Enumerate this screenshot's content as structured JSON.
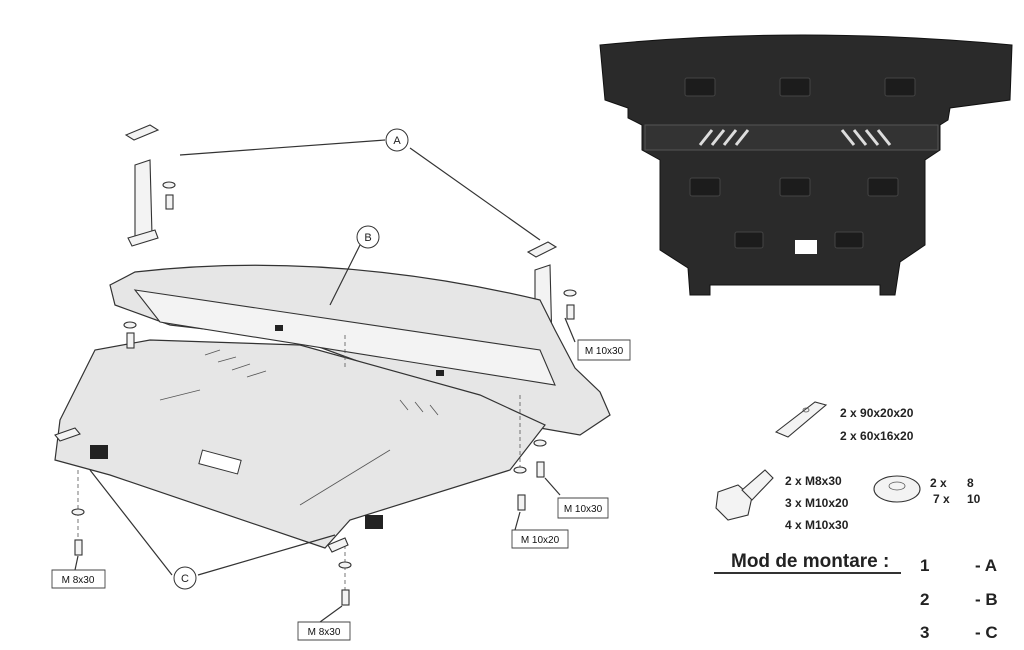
{
  "labels": {
    "a": "A",
    "b": "B",
    "c": "C"
  },
  "callouts": [
    "M 10x30",
    "M 10x30",
    "M 10x20",
    "M 8x30",
    "M 8x30"
  ],
  "parts": {
    "brackets": [
      "2 x 90x20x20",
      "2 x  60x16x20"
    ],
    "bolts": [
      "2 x  M8x30",
      "3 x  M10x20",
      "4 x M10x30"
    ],
    "washers": [
      {
        "qty": "2 x",
        "size": "8"
      },
      {
        "qty": "7 x",
        "size": "10"
      }
    ]
  },
  "mounting": {
    "title": "Mod de montare :",
    "steps": [
      {
        "num": "1",
        "label": "- A"
      },
      {
        "num": "2",
        "label": "- B"
      },
      {
        "num": "3",
        "label": "- C"
      }
    ]
  },
  "colors": {
    "plate_photo": "#2a2a2a",
    "drawing_fill": "#e6e6e6"
  }
}
